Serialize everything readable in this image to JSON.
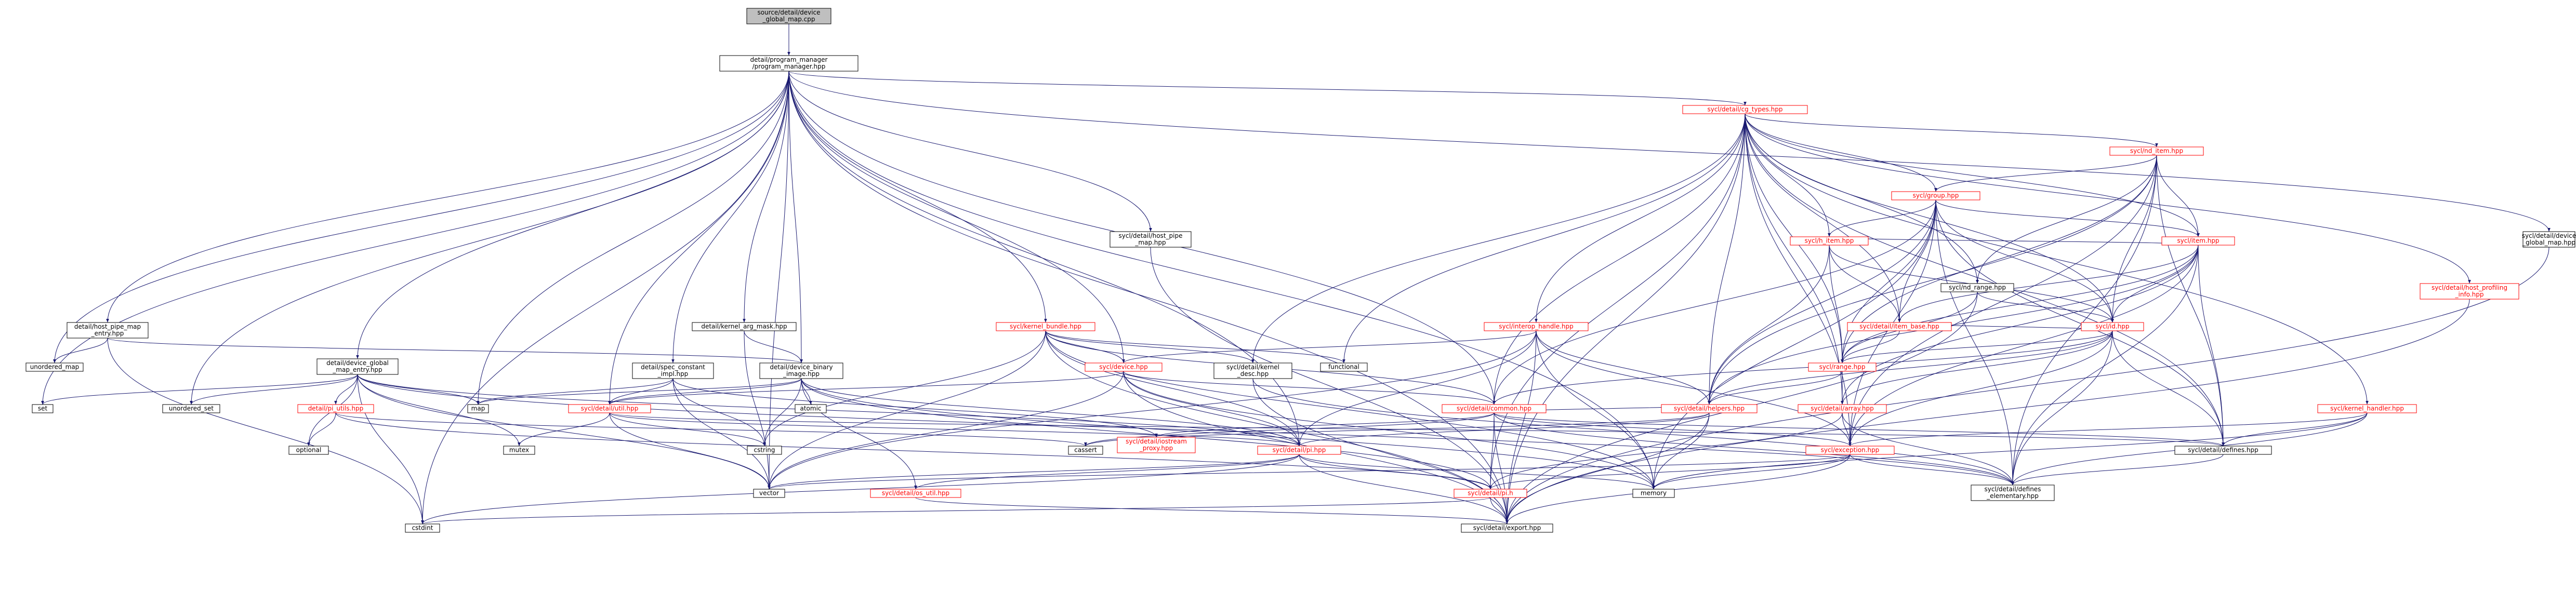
{
  "colors": {
    "edge": "#191970",
    "link_text": "#000000",
    "warn_text": "#ff0000",
    "root_fill": "#bfbfbf",
    "node_border": "#000000",
    "warn_border": "#ff0000"
  },
  "nodes": [
    {
      "id": "root",
      "lines": [
        "source/detail/device",
        "_global_map.cpp"
      ],
      "style": "root"
    },
    {
      "id": "pm",
      "lines": [
        "detail/program_manager",
        "/program_manager.hpp"
      ],
      "style": "normal"
    },
    {
      "id": "cg_types",
      "lines": [
        "sycl/detail/cg_types.hpp"
      ],
      "style": "red"
    },
    {
      "id": "nd_item",
      "lines": [
        "sycl/nd_item.hpp"
      ],
      "style": "red"
    },
    {
      "id": "group",
      "lines": [
        "sycl/group.hpp"
      ],
      "style": "red"
    },
    {
      "id": "h_item",
      "lines": [
        "sycl/h_item.hpp"
      ],
      "style": "red"
    },
    {
      "id": "item",
      "lines": [
        "sycl/item.hpp"
      ],
      "style": "red"
    },
    {
      "id": "nd_range",
      "lines": [
        "sycl/nd_range.hpp"
      ],
      "style": "normal"
    },
    {
      "id": "item_base",
      "lines": [
        "sycl/detail/item_base.hpp"
      ],
      "style": "red"
    },
    {
      "id": "id",
      "lines": [
        "sycl/id.hpp"
      ],
      "style": "red"
    },
    {
      "id": "range",
      "lines": [
        "sycl/range.hpp"
      ],
      "style": "red"
    },
    {
      "id": "array",
      "lines": [
        "sycl/detail/array.hpp"
      ],
      "style": "red"
    },
    {
      "id": "helpers",
      "lines": [
        "sycl/detail/helpers.hpp"
      ],
      "style": "red"
    },
    {
      "id": "common",
      "lines": [
        "sycl/detail/common.hpp"
      ],
      "style": "red"
    },
    {
      "id": "exception",
      "lines": [
        "sycl/exception.hpp"
      ],
      "style": "red"
    },
    {
      "id": "pi_hpp",
      "lines": [
        "sycl/detail/pi.hpp"
      ],
      "style": "red"
    },
    {
      "id": "pi_h",
      "lines": [
        "sycl/detail/pi.h"
      ],
      "style": "red"
    },
    {
      "id": "export",
      "lines": [
        "sycl/detail/export.hpp"
      ],
      "style": "normal"
    },
    {
      "id": "defines_el",
      "lines": [
        "sycl/detail/defines",
        "_elementary.hpp"
      ],
      "style": "normal"
    },
    {
      "id": "defines",
      "lines": [
        "sycl/detail/defines.hpp"
      ],
      "style": "normal"
    },
    {
      "id": "device_hpp",
      "lines": [
        "sycl/device.hpp"
      ],
      "style": "red"
    },
    {
      "id": "kernel_bundle",
      "lines": [
        "sycl/kernel_bundle.hpp"
      ],
      "style": "red"
    },
    {
      "id": "kernel_desc",
      "lines": [
        "sycl/detail/kernel",
        "_desc.hpp"
      ],
      "style": "normal"
    },
    {
      "id": "interop",
      "lines": [
        "sycl/interop_handle.hpp"
      ],
      "style": "red"
    },
    {
      "id": "kernel_handler",
      "lines": [
        "sycl/kernel_handler.hpp"
      ],
      "style": "red"
    },
    {
      "id": "host_prof",
      "lines": [
        "sycl/detail/host_profiling",
        "_info.hpp"
      ],
      "style": "red"
    },
    {
      "id": "dev_gmap",
      "lines": [
        "sycl/detail/device",
        "_global_map.hpp"
      ],
      "style": "normal"
    },
    {
      "id": "host_pipe_map",
      "lines": [
        "sycl/detail/host_pipe",
        "_map.hpp"
      ],
      "style": "normal"
    },
    {
      "id": "util",
      "lines": [
        "sycl/detail/util.hpp"
      ],
      "style": "red"
    },
    {
      "id": "spec_const",
      "lines": [
        "detail/spec_constant",
        "_impl.hpp"
      ],
      "style": "normal"
    },
    {
      "id": "karg_mask",
      "lines": [
        "detail/kernel_arg_mask.hpp"
      ],
      "style": "normal"
    },
    {
      "id": "dev_binary",
      "lines": [
        "detail/device_binary",
        "_image.hpp"
      ],
      "style": "normal"
    },
    {
      "id": "dg_entry",
      "lines": [
        "detail/device_global",
        "_map_entry.hpp"
      ],
      "style": "normal"
    },
    {
      "id": "hp_entry",
      "lines": [
        "detail/host_pipe_map",
        "_entry.hpp"
      ],
      "style": "normal"
    },
    {
      "id": "pi_utils",
      "lines": [
        "detail/pi_utils.hpp"
      ],
      "style": "red"
    },
    {
      "id": "iostream",
      "lines": [
        "sycl/detail/iostream",
        "_proxy.hpp"
      ],
      "style": "red"
    },
    {
      "id": "os_util",
      "lines": [
        "sycl/detail/os_util.hpp"
      ],
      "style": "red"
    },
    {
      "id": "set",
      "lines": [
        "set"
      ],
      "style": "normal"
    },
    {
      "id": "uset",
      "lines": [
        "unordered_set"
      ],
      "style": "normal"
    },
    {
      "id": "umap",
      "lines": [
        "unordered_map"
      ],
      "style": "normal"
    },
    {
      "id": "map",
      "lines": [
        "map"
      ],
      "style": "normal"
    },
    {
      "id": "optional",
      "lines": [
        "optional"
      ],
      "style": "normal"
    },
    {
      "id": "mutex",
      "lines": [
        "mutex"
      ],
      "style": "normal"
    },
    {
      "id": "cstring",
      "lines": [
        "cstring"
      ],
      "style": "normal"
    },
    {
      "id": "atomic",
      "lines": [
        "atomic"
      ],
      "style": "normal"
    },
    {
      "id": "functional",
      "lines": [
        "functional"
      ],
      "style": "normal"
    },
    {
      "id": "cassert",
      "lines": [
        "cassert"
      ],
      "style": "normal"
    },
    {
      "id": "vector",
      "lines": [
        "vector"
      ],
      "style": "normal"
    },
    {
      "id": "memory",
      "lines": [
        "memory"
      ],
      "style": "normal"
    },
    {
      "id": "cstdint",
      "lines": [
        "cstdint"
      ],
      "style": "normal"
    }
  ],
  "edges": [
    [
      "root",
      "pm"
    ],
    [
      "pm",
      "cg_types"
    ],
    [
      "pm",
      "dev_gmap"
    ],
    [
      "pm",
      "host_pipe_map"
    ],
    [
      "pm",
      "kernel_bundle"
    ],
    [
      "pm",
      "dev_binary"
    ],
    [
      "pm",
      "karg_mask"
    ],
    [
      "pm",
      "spec_const"
    ],
    [
      "pm",
      "dg_entry"
    ],
    [
      "pm",
      "hp_entry"
    ],
    [
      "pm",
      "set"
    ],
    [
      "pm",
      "uset"
    ],
    [
      "pm",
      "umap"
    ],
    [
      "pm",
      "map"
    ],
    [
      "pm",
      "vector"
    ],
    [
      "pm",
      "memory"
    ],
    [
      "pm",
      "cstdint"
    ],
    [
      "pm",
      "util"
    ],
    [
      "pm",
      "pi_hpp"
    ],
    [
      "pm",
      "device_hpp"
    ],
    [
      "pm",
      "common"
    ],
    [
      "pm",
      "export"
    ],
    [
      "cg_types",
      "nd_item"
    ],
    [
      "cg_types",
      "group"
    ],
    [
      "cg_types",
      "h_item"
    ],
    [
      "cg_types",
      "item"
    ],
    [
      "cg_types",
      "nd_range"
    ],
    [
      "cg_types",
      "id"
    ],
    [
      "cg_types",
      "range"
    ],
    [
      "cg_types",
      "interop"
    ],
    [
      "cg_types",
      "kernel_handler"
    ],
    [
      "cg_types",
      "host_prof"
    ],
    [
      "cg_types",
      "kernel_desc"
    ],
    [
      "cg_types",
      "helpers"
    ],
    [
      "cg_types",
      "common"
    ],
    [
      "cg_types",
      "exception"
    ],
    [
      "cg_types",
      "functional"
    ],
    [
      "cg_types",
      "pi_h"
    ],
    [
      "cg_types",
      "item_base"
    ],
    [
      "cg_types",
      "array"
    ],
    [
      "cg_types",
      "defines"
    ],
    [
      "cg_types",
      "export"
    ],
    [
      "nd_item",
      "group"
    ],
    [
      "nd_item",
      "item"
    ],
    [
      "nd_item",
      "nd_range"
    ],
    [
      "nd_item",
      "id"
    ],
    [
      "nd_item",
      "range"
    ],
    [
      "nd_item",
      "helpers"
    ],
    [
      "nd_item",
      "defines_el"
    ],
    [
      "nd_item",
      "defines"
    ],
    [
      "nd_item",
      "exception"
    ],
    [
      "group",
      "h_item"
    ],
    [
      "group",
      "item"
    ],
    [
      "group",
      "item_base"
    ],
    [
      "group",
      "id"
    ],
    [
      "group",
      "range"
    ],
    [
      "group",
      "helpers"
    ],
    [
      "group",
      "common"
    ],
    [
      "group",
      "defines"
    ],
    [
      "group",
      "defines_el"
    ],
    [
      "group",
      "exception"
    ],
    [
      "group",
      "memory"
    ],
    [
      "h_item",
      "item"
    ],
    [
      "h_item",
      "item_base"
    ],
    [
      "h_item",
      "id"
    ],
    [
      "h_item",
      "range"
    ],
    [
      "h_item",
      "helpers"
    ],
    [
      "item",
      "item_base"
    ],
    [
      "item",
      "id"
    ],
    [
      "item",
      "range"
    ],
    [
      "item",
      "helpers"
    ],
    [
      "item",
      "defines"
    ],
    [
      "item",
      "defines_el"
    ],
    [
      "item",
      "exception"
    ],
    [
      "item",
      "array"
    ],
    [
      "nd_range",
      "id"
    ],
    [
      "nd_range",
      "range"
    ],
    [
      "nd_range",
      "export"
    ],
    [
      "item_base",
      "id"
    ],
    [
      "item_base",
      "range"
    ],
    [
      "id",
      "range"
    ],
    [
      "id",
      "array"
    ],
    [
      "id",
      "common"
    ],
    [
      "id",
      "defines"
    ],
    [
      "id",
      "defines_el"
    ],
    [
      "id",
      "exception"
    ],
    [
      "id",
      "helpers"
    ],
    [
      "range",
      "array"
    ],
    [
      "range",
      "helpers"
    ],
    [
      "array",
      "exception"
    ],
    [
      "array",
      "pi_h"
    ],
    [
      "array",
      "defines_el"
    ],
    [
      "helpers",
      "common"
    ],
    [
      "helpers",
      "export"
    ],
    [
      "helpers",
      "pi_hpp"
    ],
    [
      "helpers",
      "memory"
    ],
    [
      "helpers",
      "cassert"
    ],
    [
      "common",
      "exception"
    ],
    [
      "common",
      "pi_h"
    ],
    [
      "common",
      "export"
    ],
    [
      "common",
      "iostream"
    ],
    [
      "common",
      "cassert"
    ],
    [
      "common",
      "defines"
    ],
    [
      "common",
      "defines_el"
    ],
    [
      "exception",
      "export"
    ],
    [
      "exception",
      "pi_h"
    ],
    [
      "exception",
      "defines_el"
    ],
    [
      "exception",
      "memory"
    ],
    [
      "exception",
      "vector"
    ],
    [
      "pi_hpp",
      "pi_h"
    ],
    [
      "pi_hpp",
      "os_util"
    ],
    [
      "pi_hpp",
      "export"
    ],
    [
      "pi_hpp",
      "vector"
    ],
    [
      "pi_hpp",
      "memory"
    ],
    [
      "pi_hpp",
      "cstdint"
    ],
    [
      "pi_h",
      "export"
    ],
    [
      "pi_h",
      "cstdint"
    ],
    [
      "defines",
      "defines_el"
    ],
    [
      "os_util",
      "export"
    ],
    [
      "device_hpp",
      "util"
    ],
    [
      "device_hpp",
      "common"
    ],
    [
      "device_hpp",
      "pi_hpp"
    ],
    [
      "device_hpp",
      "export"
    ],
    [
      "device_hpp",
      "memory"
    ],
    [
      "device_hpp",
      "vector"
    ],
    [
      "kernel_bundle",
      "device_hpp"
    ],
    [
      "kernel_bundle",
      "kernel_desc"
    ],
    [
      "kernel_bundle",
      "pi_hpp"
    ],
    [
      "kernel_bundle",
      "common"
    ],
    [
      "kernel_bundle",
      "export"
    ],
    [
      "kernel_bundle",
      "cstring"
    ],
    [
      "kernel_bundle",
      "functional"
    ],
    [
      "kernel_bundle",
      "vector"
    ],
    [
      "kernel_bundle",
      "memory"
    ],
    [
      "kernel_desc",
      "export"
    ],
    [
      "kernel_desc",
      "defines_el"
    ],
    [
      "interop",
      "device_hpp"
    ],
    [
      "interop",
      "exception"
    ],
    [
      "interop",
      "pi_hpp"
    ],
    [
      "interop",
      "memory"
    ],
    [
      "interop",
      "export"
    ],
    [
      "interop",
      "vector"
    ],
    [
      "interop",
      "helpers"
    ],
    [
      "kernel_handler",
      "exception"
    ],
    [
      "kernel_handler",
      "defines_el"
    ],
    [
      "kernel_handler",
      "defines"
    ],
    [
      "kernel_handler",
      "memory"
    ],
    [
      "host_prof",
      "export"
    ],
    [
      "dev_gmap",
      "export"
    ],
    [
      "host_pipe_map",
      "export"
    ],
    [
      "util",
      "pi_hpp"
    ],
    [
      "util",
      "mutex"
    ],
    [
      "util",
      "cstring"
    ],
    [
      "util",
      "vector"
    ],
    [
      "util",
      "defines"
    ],
    [
      "spec_const",
      "util"
    ],
    [
      "spec_const",
      "map"
    ],
    [
      "spec_const",
      "vector"
    ],
    [
      "spec_const",
      "cstring"
    ],
    [
      "spec_const",
      "iostream"
    ],
    [
      "karg_mask",
      "dev_binary"
    ],
    [
      "karg_mask",
      "vector"
    ],
    [
      "dev_binary",
      "pi_hpp"
    ],
    [
      "dev_binary",
      "os_util"
    ],
    [
      "dev_binary",
      "util"
    ],
    [
      "dev_binary",
      "atomic"
    ],
    [
      "dev_binary",
      "cstring"
    ],
    [
      "dev_binary",
      "memory"
    ],
    [
      "dev_binary",
      "map"
    ],
    [
      "dev_binary",
      "pi_h"
    ],
    [
      "dg_entry",
      "pi_utils"
    ],
    [
      "dg_entry",
      "set"
    ],
    [
      "dg_entry",
      "uset"
    ],
    [
      "dg_entry",
      "map"
    ],
    [
      "dg_entry",
      "optional"
    ],
    [
      "dg_entry",
      "mutex"
    ],
    [
      "dg_entry",
      "cstdint"
    ],
    [
      "dg_entry",
      "vector"
    ],
    [
      "dg_entry",
      "pi_hpp"
    ],
    [
      "dg_entry",
      "defines_el"
    ],
    [
      "hp_entry",
      "umap"
    ],
    [
      "hp_entry",
      "dev_binary"
    ],
    [
      "hp_entry",
      "cstdint"
    ],
    [
      "pi_utils",
      "optional"
    ],
    [
      "pi_utils",
      "cassert"
    ],
    [
      "pi_utils",
      "pi_h"
    ]
  ]
}
